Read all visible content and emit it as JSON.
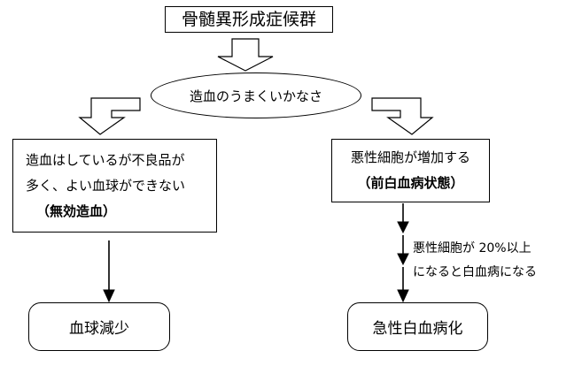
{
  "diagram": {
    "title_node": {
      "label": "骨髄異形成症候群"
    },
    "ellipse_node": {
      "label": "造血のうまくいかなさ"
    },
    "left_box": {
      "line1": "造血はしているが不良品が",
      "line2": "多く、よい血球ができない",
      "line3": "（無効造血）"
    },
    "right_box": {
      "line1": "悪性細胞が増加する",
      "line2": "（前白血病状態）"
    },
    "annotation": {
      "line1": "悪性細胞が 20%以上",
      "line2": "になると白血病になる"
    },
    "bottom_left_box": {
      "label": "血球減少"
    },
    "bottom_right_box": {
      "label": "急性白血病化"
    },
    "colors": {
      "stroke": "#000000",
      "fill": "#ffffff",
      "text": "#000000"
    }
  }
}
